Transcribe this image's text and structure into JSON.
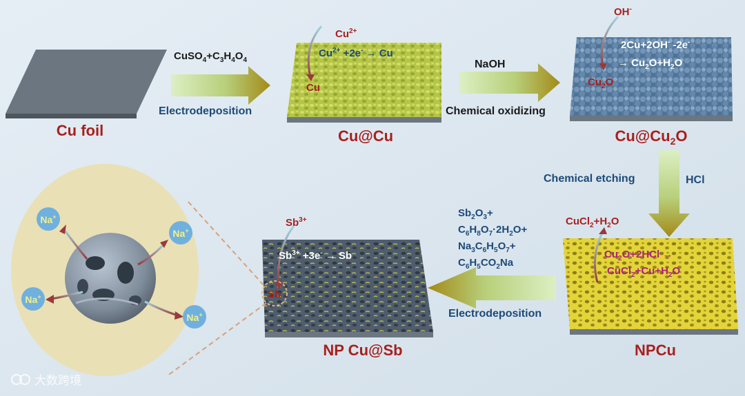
{
  "stages": {
    "cu_foil": "Cu foil",
    "cu_at_cu": "Cu@Cu",
    "cu_at_cu2o": {
      "base": "Cu@Cu",
      "sub": "2",
      "tail": "O"
    },
    "npcu": "NPCu",
    "np_cu_sb": "NP Cu@Sb"
  },
  "step1": {
    "reagent": {
      "t1": "CuSO",
      "s1": "4",
      "t2": "+C",
      "s2": "3",
      "t3": "H",
      "s3": "4",
      "t4": "O",
      "s4": "4"
    },
    "method": "Electrodeposition"
  },
  "step1_detail": {
    "ion": "Cu",
    "ion_sup": "2+",
    "eq_a": "Cu",
    "eq_a_sup": "2+",
    "eq_b": " +2e",
    "eq_b_sup": "-",
    "eq_c": " → Cu",
    "product": "Cu"
  },
  "step2": {
    "reagent": "NaOH",
    "method": "Chemical oxidizing"
  },
  "step2_detail": {
    "ion": "OH",
    "ion_sup": "-",
    "eq1_a": "2Cu+2OH",
    "eq1_sup1": "-",
    "eq1_b": " -2e",
    "eq1_sup2": "-",
    "eq2_a": "→ Cu",
    "eq2_s1": "2",
    "eq2_b": "O+H",
    "eq2_s2": "2",
    "eq2_c": "O",
    "product_a": "Cu",
    "product_s": "2",
    "product_b": "O"
  },
  "step3": {
    "method": "Chemical etching",
    "reagent": "HCl"
  },
  "step3_detail": {
    "byproduct_a": "CuCl",
    "byproduct_s1": "2",
    "byproduct_b": "+H",
    "byproduct_s2": "2",
    "byproduct_c": "O",
    "eq1_a": "Cu",
    "eq1_s1": "2",
    "eq1_b": "O+2HCl →",
    "eq2_a": "CuCl",
    "eq2_s1": "2",
    "eq2_b": "+Cu+H",
    "eq2_s2": "2",
    "eq2_c": "O"
  },
  "step4": {
    "method": "Electrodeposition",
    "line1": {
      "a": "Sb",
      "s1": "2",
      "b": "O",
      "s2": "3",
      "c": "+"
    },
    "line2": {
      "a": "C",
      "s1": "6",
      "b": "H",
      "s2": "8",
      "c": "O",
      "s3": "7",
      "d": "·2H",
      "s4": "2",
      "e": "O+"
    },
    "line3": {
      "a": "Na",
      "s1": "3",
      "b": "C",
      "s2": "6",
      "c": "H",
      "s3": "5",
      "d": "O",
      "s4": "7",
      "e": "+"
    },
    "line4": {
      "a": "C",
      "s1": "6",
      "b": "H",
      "s2": "5",
      "c": "CO",
      "s3": "2",
      "d": "Na"
    }
  },
  "step4_detail": {
    "ion": "Sb",
    "ion_sup": "3+",
    "eq_a": "Sb",
    "eq_a_sup": "3+",
    "eq_b": " +3e",
    "eq_b_sup": "-",
    "eq_c": " → Sb",
    "product": "Sb"
  },
  "zoom": {
    "ion_label": "Na",
    "ion_sup": "+"
  },
  "watermark": "大数跨境",
  "colors": {
    "background": "#dde7ef",
    "stage_label": "#a8201e",
    "process_text": "#1d4a78",
    "foil": "#6b7680",
    "cu_layer": "#b6c64a",
    "cu2o_layer": "#5f84a8",
    "npcu_layer": "#e3d43a",
    "sb_layer": "#4b5867",
    "zoom_circle": "#e9e0b5",
    "na_bubble": "#6fb0df"
  }
}
